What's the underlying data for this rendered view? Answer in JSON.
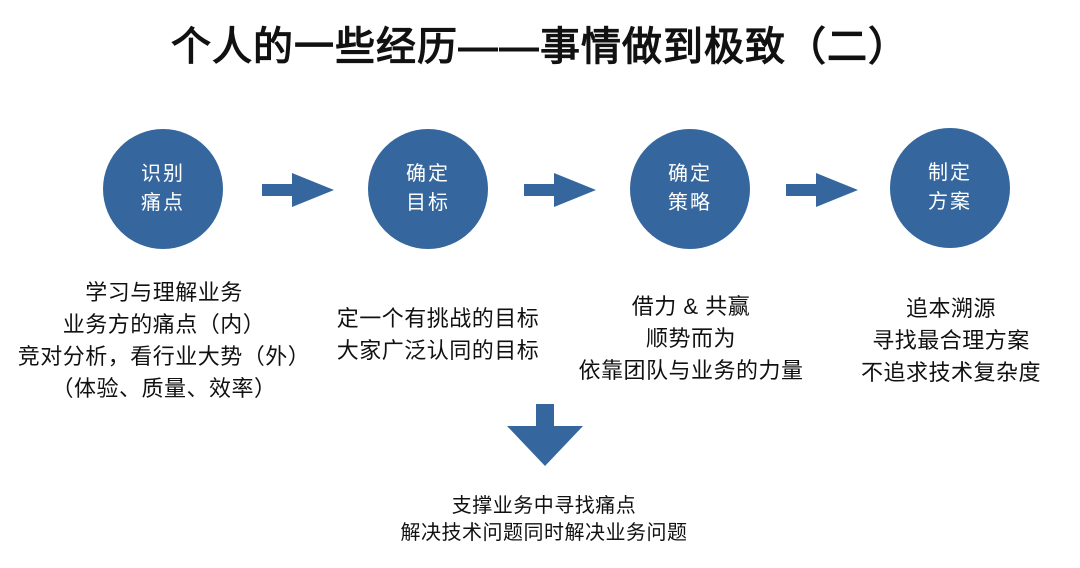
{
  "title": "个人的一些经历——事情做到极致（二）",
  "colors": {
    "accent_blue": "#35679E",
    "text": "#111111",
    "background": "#FFFFFF",
    "circle_text": "#FFFFFF"
  },
  "steps": [
    {
      "circle_lines": [
        "识别",
        "痛点"
      ],
      "notes": [
        "学习与理解业务",
        "业务方的痛点（内）",
        "竞对分析，看行业大势（外）",
        "（体验、质量、效率）"
      ]
    },
    {
      "circle_lines": [
        "确定",
        "目标"
      ],
      "notes": [
        "定一个有挑战的目标",
        "大家广泛认同的目标"
      ]
    },
    {
      "circle_lines": [
        "确定",
        "策略"
      ],
      "notes": [
        "借力 & 共赢",
        "顺势而为",
        "依靠团队与业务的力量"
      ]
    },
    {
      "circle_lines": [
        "制定",
        "方案"
      ],
      "notes": [
        "追本溯源",
        "寻找最合理方案",
        "不追求技术复杂度"
      ]
    }
  ],
  "conclusion_lines": [
    "支撑业务中寻找痛点",
    "解决技术问题同时解决业务问题"
  ]
}
